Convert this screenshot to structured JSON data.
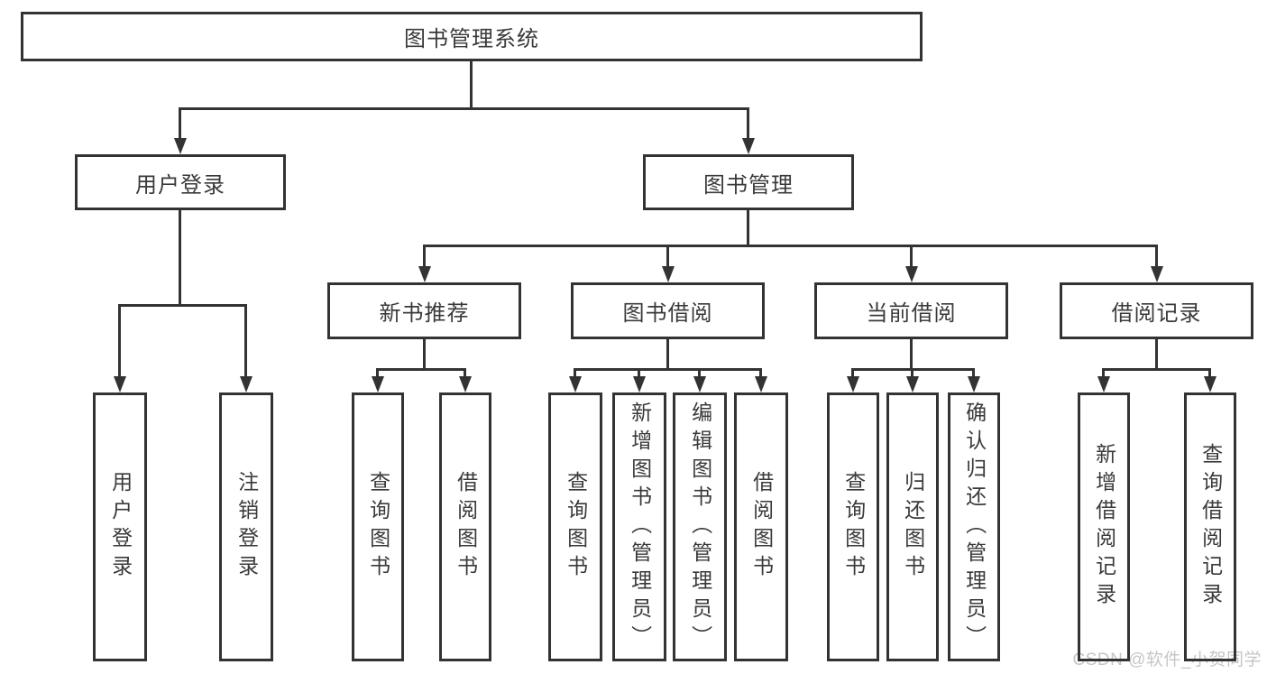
{
  "diagram": {
    "root": {
      "label": "图书管理系统"
    },
    "level2": {
      "user_login": {
        "label": "用户登录",
        "children": [
          "用户登录",
          "注销登录"
        ]
      },
      "book_mgmt": {
        "label": "图书管理"
      }
    },
    "level3": [
      {
        "label": "新书推荐",
        "children": [
          "查询图书",
          "借阅图书"
        ]
      },
      {
        "label": "图书借阅",
        "children": [
          "查询图书",
          "新增图书（管理员）",
          "编辑图书（管理员）",
          "借阅图书"
        ]
      },
      {
        "label": "当前借阅",
        "children": [
          "查询图书",
          "归还图书",
          "确认归还（管理员）"
        ]
      },
      {
        "label": "借阅记录",
        "children": [
          "新增借阅记录",
          "查询借阅记录"
        ]
      }
    ]
  },
  "watermark": "CSDN @软件_小贺同学",
  "colors": {
    "line": "#333333",
    "text": "#3a3a3a",
    "watermark": "#c4c6c9",
    "background": "#ffffff"
  }
}
